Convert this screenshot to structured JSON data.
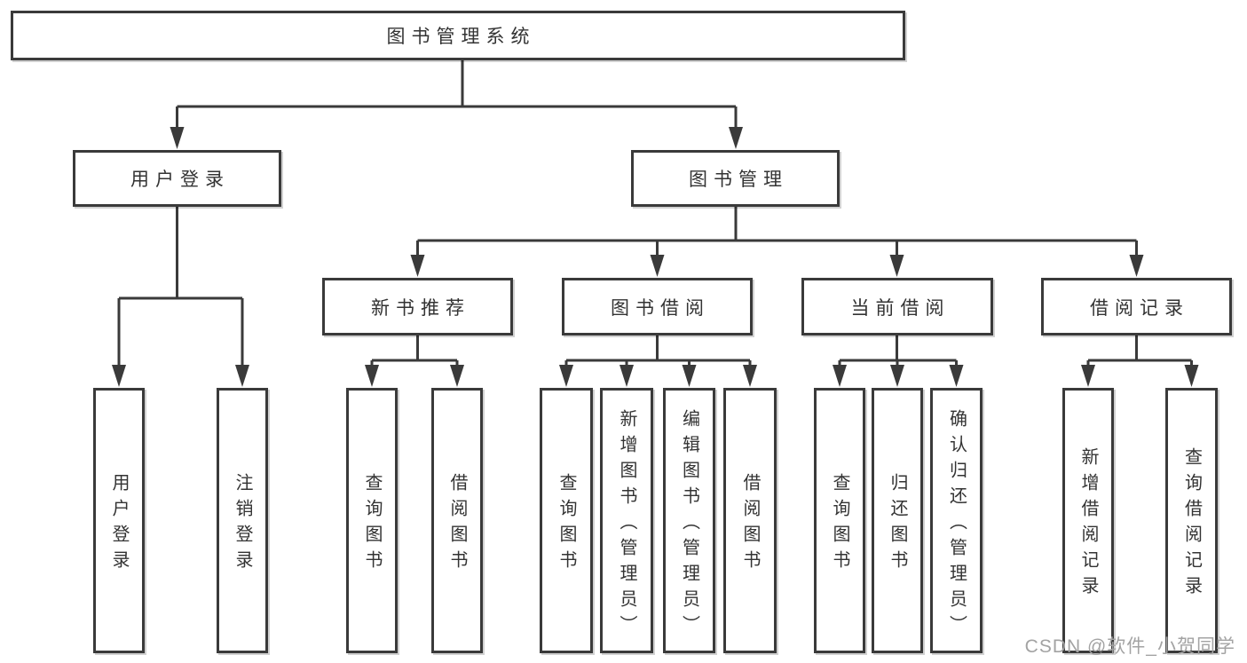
{
  "diagram": {
    "root": {
      "label": "图书管理系统"
    },
    "branches": [
      {
        "label": "用户登录",
        "children": [
          {
            "label": "用户登录"
          },
          {
            "label": "注销登录"
          }
        ]
      },
      {
        "label": "图书管理",
        "groups": [
          {
            "label": "新书推荐",
            "children": [
              {
                "label": "查询图书"
              },
              {
                "label": "借阅图书"
              }
            ]
          },
          {
            "label": "图书借阅",
            "children": [
              {
                "label": "查询图书"
              },
              {
                "label": "新增图书（管理员）"
              },
              {
                "label": "编辑图书（管理员）"
              },
              {
                "label": "借阅图书"
              }
            ]
          },
          {
            "label": "当前借阅",
            "children": [
              {
                "label": "查询图书"
              },
              {
                "label": "归还图书"
              },
              {
                "label": "确认归还（管理员）"
              }
            ]
          },
          {
            "label": "借阅记录",
            "children": [
              {
                "label": "新增借阅记录"
              },
              {
                "label": "查询借阅记录"
              }
            ]
          }
        ]
      }
    ]
  },
  "watermark": {
    "text": "CSDN @软件_小贺同学"
  },
  "colors": {
    "line": "#3a3a3a",
    "box_border": "#3a3a3a",
    "text": "#333333",
    "watermark": "#a3a3a3",
    "background": "#ffffff"
  }
}
